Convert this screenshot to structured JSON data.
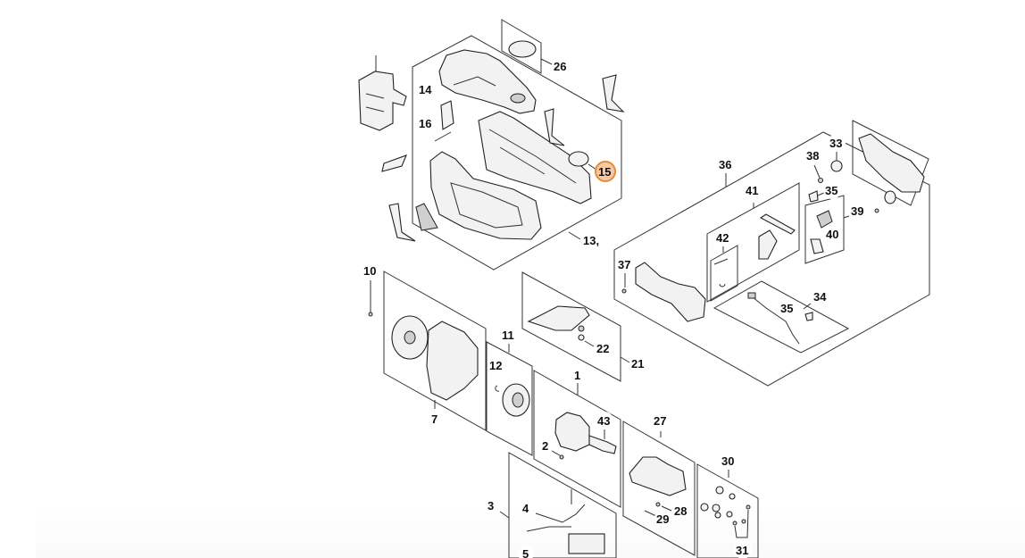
{
  "diagram": {
    "highlight_color": "#e68a3c",
    "highlighted_part": "15",
    "callouts": [
      {
        "id": "c26",
        "label": "26"
      },
      {
        "id": "c14",
        "label": "14"
      },
      {
        "id": "c16",
        "label": "16"
      },
      {
        "id": "c15",
        "label": "15"
      },
      {
        "id": "c13",
        "label": "13,"
      },
      {
        "id": "c36",
        "label": "36"
      },
      {
        "id": "c33",
        "label": "33"
      },
      {
        "id": "c38",
        "label": "38"
      },
      {
        "id": "c35a",
        "label": "35"
      },
      {
        "id": "c41",
        "label": "41"
      },
      {
        "id": "c39",
        "label": "39"
      },
      {
        "id": "c40",
        "label": "40"
      },
      {
        "id": "c42",
        "label": "42"
      },
      {
        "id": "c37",
        "label": "37"
      },
      {
        "id": "c34",
        "label": "34"
      },
      {
        "id": "c35b",
        "label": "35"
      },
      {
        "id": "c10",
        "label": "10"
      },
      {
        "id": "c22",
        "label": "22"
      },
      {
        "id": "c21",
        "label": "21"
      },
      {
        "id": "c11",
        "label": "11"
      },
      {
        "id": "c12",
        "label": "12"
      },
      {
        "id": "c7",
        "label": "7"
      },
      {
        "id": "c1",
        "label": "1"
      },
      {
        "id": "c43",
        "label": "43"
      },
      {
        "id": "c2",
        "label": "2"
      },
      {
        "id": "c27",
        "label": "27"
      },
      {
        "id": "c30",
        "label": "30"
      },
      {
        "id": "c28",
        "label": "28"
      },
      {
        "id": "c29",
        "label": "29"
      },
      {
        "id": "c31",
        "label": "31"
      },
      {
        "id": "c3",
        "label": "3"
      },
      {
        "id": "c4",
        "label": "4"
      },
      {
        "id": "c5",
        "label": "5"
      }
    ]
  }
}
